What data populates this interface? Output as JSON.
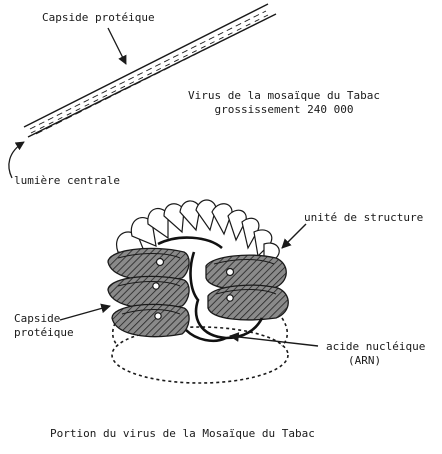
{
  "top_figure": {
    "label_capside": "Capside protéique",
    "caption_line1": "Virus de la mosaïque du Tabac",
    "caption_line2": "grossissement 240 000",
    "label_lumiere": "lumière centrale"
  },
  "bottom_figure": {
    "label_unite": "unité de structure",
    "label_capside_line1": "Capside",
    "label_capside_line2": "protéique",
    "label_acide_line1": "acide nucléique",
    "label_acide_line2": "(ARN)",
    "caption": "Portion du virus de la Mosaïque du Tabac"
  },
  "colors": {
    "ink": "#1a1a1a",
    "shade": "#6f6f6f",
    "paper": "#ffffff"
  }
}
